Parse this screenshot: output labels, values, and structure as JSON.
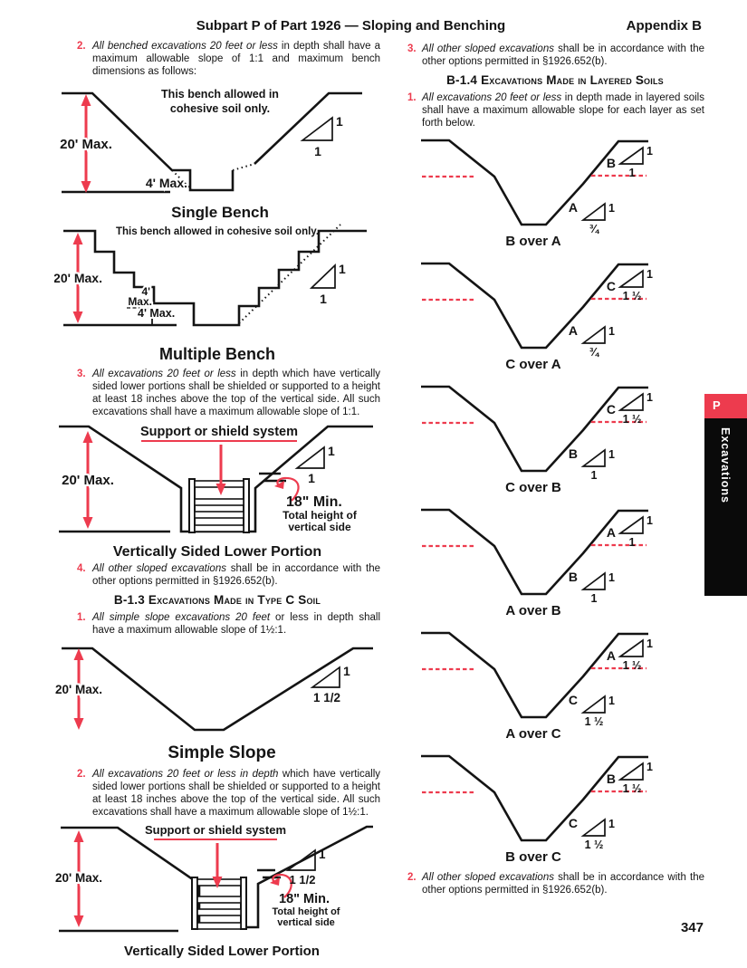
{
  "header": {
    "title": "Subpart P of Part 1926 — Sloping and Benching",
    "appendix": "Appendix B"
  },
  "side_tab": {
    "letter": "P",
    "label": "Excavations"
  },
  "page_number": "347",
  "colors": {
    "red": "#ed3b4e"
  },
  "left": {
    "item2": {
      "num": "2.",
      "lead": "All benched excavations 20 feet or less",
      "rest": " in depth shall have a maximum allowable slope of 1:1 and maximum bench dimensions as follows:"
    },
    "single_bench": {
      "note1": "This bench allowed in",
      "note2": "cohesive soil only.",
      "depth_label": "20' Max.",
      "bench_label": "4' Max.",
      "tri_rise": "1",
      "tri_run": "1",
      "caption": "Single Bench"
    },
    "multiple_bench": {
      "note": "This bench allowed in cohesive soil only.",
      "depth_label": "20' Max.",
      "bench_a_line1": "4'",
      "bench_a_line2": "Max.",
      "bench_b": "4' Max.",
      "tri_rise": "1",
      "tri_run": "1",
      "caption": "Multiple Bench"
    },
    "item3": {
      "num": "3.",
      "lead": "All excavations 20 feet or less",
      "rest": " in depth which have vertically sided lower portions shall be shielded or supported to a height at least 18 inches above the top of the vertical side. All such excavations shall have a maximum allowable slope of 1:1."
    },
    "vslp1": {
      "support_label": "Support or shield system",
      "depth_label": "20' Max.",
      "min_label": "18\" Min.",
      "total1": "Total height of",
      "total2": "vertical side",
      "tri_rise": "1",
      "tri_run": "1",
      "caption": "Vertically Sided Lower Portion"
    },
    "item4": {
      "num": "4.",
      "lead": "All other sloped excavations",
      "rest": " shall be in accordance with the other options permitted in §1926.652(b)."
    },
    "b13_heading": "B-1.3 Excavations Made in Type C Soil",
    "c_item1": {
      "num": "1.",
      "lead": "All simple slope excavations 20 feet",
      "rest": " or less in depth shall have a maximum allowable slope of 1½:1."
    },
    "simple_slope": {
      "depth_label": "20' Max.",
      "tri_rise": "1",
      "tri_run": "1 1/2",
      "caption": "Simple Slope"
    },
    "c_item2": {
      "num": "2.",
      "lead": "All excavations 20 feet or less in depth",
      "rest": " which have vertically sided lower portions shall be shielded or supported to a height at least 18 inches above the top of the vertical side. All such excavations shall have a maximum allowable slope of 1½:1."
    },
    "vslp2": {
      "support_label": "Support or shield system",
      "depth_label": "20' Max.",
      "min_label": "18\" Min.",
      "total1": "Total height of",
      "total2": "vertical side",
      "tri_rise": "1",
      "tri_run": "1 1/2",
      "caption": "Vertically Sided Lower Portion"
    }
  },
  "right": {
    "item3": {
      "num": "3.",
      "lead": "All other sloped excavations",
      "rest": " shall be in accordance with the other options permitted in §1926.652(b)."
    },
    "b14_heading": "B-1.4 Excavations Made in Layered Soils",
    "item1": {
      "num": "1.",
      "lead": "All excavations 20 feet or less",
      "rest": " in depth made in layered soils shall have a maximum allowable slope for each layer as set forth below."
    },
    "layered": [
      {
        "caption": "B over A",
        "upper_letter": "B",
        "upper_rise": "1",
        "upper_run": "1",
        "lower_letter": "A",
        "lower_rise": "1",
        "lower_run": "¾"
      },
      {
        "caption": "C over A",
        "upper_letter": "C",
        "upper_rise": "1",
        "upper_run": "1 ½",
        "lower_letter": "A",
        "lower_rise": "1",
        "lower_run": "¾"
      },
      {
        "caption": "C over B",
        "upper_letter": "C",
        "upper_rise": "1",
        "upper_run": "1 ½",
        "lower_letter": "B",
        "lower_rise": "1",
        "lower_run": "1"
      },
      {
        "caption": "A over B",
        "upper_letter": "A",
        "upper_rise": "1",
        "upper_run": "1",
        "lower_letter": "B",
        "lower_rise": "1",
        "lower_run": "1"
      },
      {
        "caption": "A over C",
        "upper_letter": "A",
        "upper_rise": "1",
        "upper_run": "1 ½",
        "lower_letter": "C",
        "lower_rise": "1",
        "lower_run": "1 ½"
      },
      {
        "caption": "B over C",
        "upper_letter": "B",
        "upper_rise": "1",
        "upper_run": "1 ½",
        "lower_letter": "C",
        "lower_rise": "1",
        "lower_run": "1 ½"
      }
    ],
    "item2": {
      "num": "2.",
      "lead": "All other sloped excavations",
      "rest": " shall be in accordance with the other options permitted in §1926.652(b)."
    }
  }
}
